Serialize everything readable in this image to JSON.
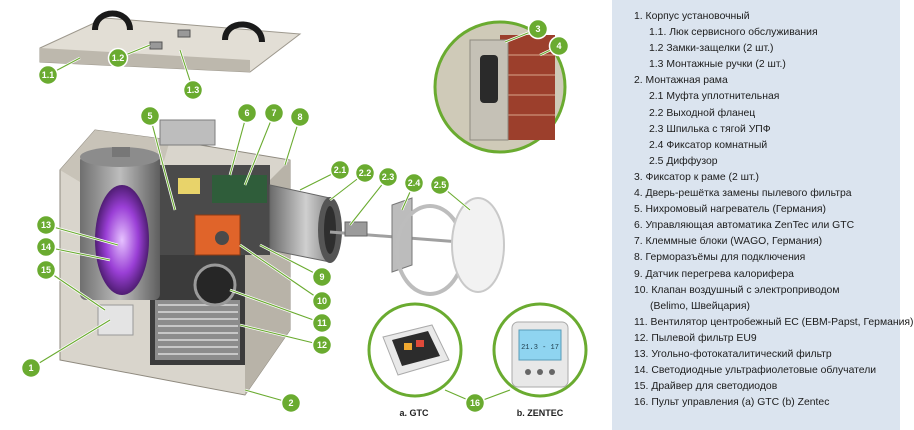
{
  "callouts": {
    "c1": "1",
    "c1_1": "1.1",
    "c1_2": "1.2",
    "c1_3": "1.3",
    "c2": "2",
    "c2_1": "2.1",
    "c2_2": "2.2",
    "c2_3": "2.3",
    "c2_4": "2.4",
    "c2_5": "2.5",
    "c3": "3",
    "c4": "4",
    "c5": "5",
    "c6": "6",
    "c7": "7",
    "c8": "8",
    "c9": "9",
    "c10": "10",
    "c11": "11",
    "c12": "12",
    "c13": "13",
    "c14": "14",
    "c15": "15",
    "c16": "16"
  },
  "captions": {
    "gtc": "a. GTC",
    "zentec": "b. ZENTEC"
  },
  "display_text": "21.3 - 17",
  "legend": [
    "1. Корпус установочный",
    "1.1. Люк сервисного обслуживания",
    "1.2 Замки-защелки (2 шт.)",
    "1.3 Монтажные ручки (2 шт.)",
    "2. Монтажная рама",
    "2.1 Муфта уплотнительная",
    "2.2 Выходной фланец",
    "2.3 Шпилька с тягой УПФ",
    "2.4 Фиксатор комнатный",
    "2.5 Диффузор",
    "3. Фиксатор к раме (2 шт.)",
    "4. Дверь-решётка замены пылевого фильтра",
    "5. Нихромовый нагреватель (Германия)",
    "6. Управляющая автоматика ZenTec или GTC",
    "7. Клеммные блоки (WAGO, Германия)",
    "8. Гермоpазъёмы для подключения",
    "9. Датчик перегрева калорифера",
    "10. Клапан воздушный с электроприводом",
    "(Belimo, Швейцария)",
    "11. Вентилятор центробежный EC (EBM-Papst, Германия)",
    "12. Пылевой фильтр EU9",
    "13. Угольно-фотокаталитический фильтр",
    "14. Светодиодные ультрафиолетовые облучатели",
    "15. Драйвер для светодиодов",
    "16. Пульт управления (a) GTC (b) Zentec"
  ],
  "colors": {
    "callout": "#6aab30",
    "legend_bg": "#dbe4ef",
    "uv_glow": "#9a3fd6",
    "housing": "#d9d5cc",
    "damper": "#e0642a"
  }
}
